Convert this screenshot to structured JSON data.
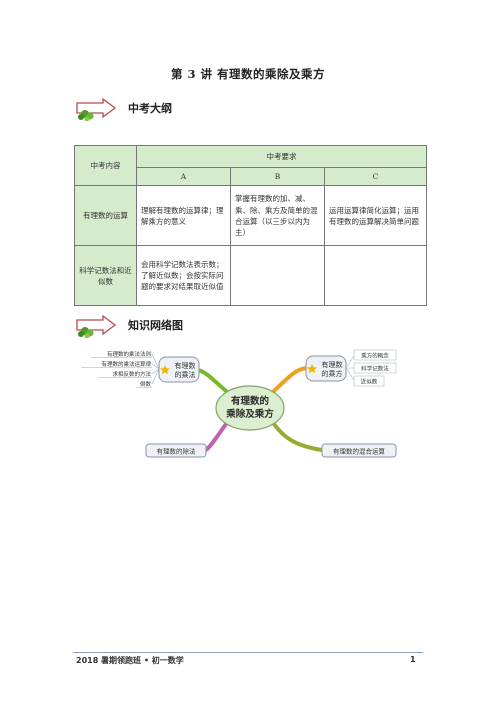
{
  "doc": {
    "title": "第 3 讲  有理数的乘除及乘方",
    "section1": "中考大纲",
    "section2": "知识网络图"
  },
  "table": {
    "col_content": "中考内容",
    "col_req": "中考要求",
    "levels": [
      "A",
      "B",
      "C"
    ],
    "rows": [
      {
        "topic": "有理数的运算",
        "a": "理解有理数的运算律；理解乘方的意义",
        "b": "掌握有理数的加、减、乘、除、乘方及简单的混合运算（以三步以内为主）",
        "c": "运用运算律简化运算；运用有理数的运算解决简单问题"
      },
      {
        "topic": "科学记数法和近似数",
        "a": "会用科学记数法表示数；了解近似数；会按实际问题的要求对结果取近似值",
        "b": "",
        "c": ""
      }
    ]
  },
  "mindmap": {
    "center": [
      "有理数的",
      "乘除及乘方"
    ],
    "multiply": [
      "有理数",
      "的乘法"
    ],
    "multiply_items": [
      "有理数的乘法法则",
      "有理数的乘法运算律",
      "求相反数的方法",
      "倒数"
    ],
    "power": [
      "有理数",
      "的乘方"
    ],
    "power_items": [
      "乘方的概念",
      "科学记数法",
      "近似数"
    ],
    "divide": "有理数的除法",
    "mixed": "有理数的混合运算",
    "colors": {
      "center_fill": "#dbeecf",
      "center_stroke": "#7aa864",
      "node_fill": "#eef1f6",
      "node_stroke": "#8a95a8",
      "branch_green": "#76b82a",
      "branch_orange": "#f0a020",
      "branch_purple": "#c060b0",
      "branch_olive": "#9aaa30",
      "star": "#f2b400"
    }
  },
  "footer": {
    "text": "2018 暑期领跑班 • 初一数学",
    "page": "1"
  }
}
